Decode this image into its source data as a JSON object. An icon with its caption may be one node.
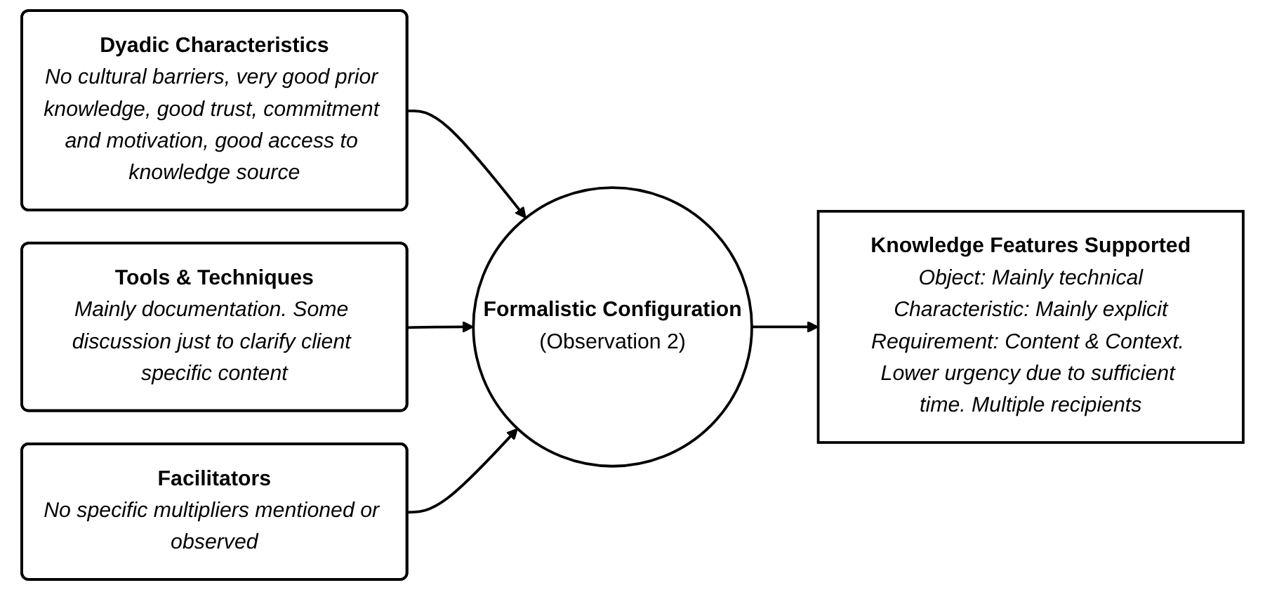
{
  "diagram": {
    "nodes": [
      {
        "text": [
          "Dyadic Characteristics",
          "No cultural barriers, very good prior knowledge, good trust, commitment and motivation, good access to knowledge source"
        ]
      },
      {
        "text": [
          "Tools & Techniques",
          "Mainly documentation. Some discussion just to clarify client specific content"
        ]
      },
      {
        "text": [
          "Facilitators",
          "No specific multipliers mentioned or observed"
        ]
      },
      {
        "text": [
          "Formalistic Configuration",
          "(Observation 2)"
        ]
      },
      {
        "text": [
          "Knowledge Features Supported",
          "Object: Mainly technical",
          "Characteristic: Mainly explicit",
          "Requirement: Content & Context. Lower urgency due to sufficient time. Multiple recipients"
        ]
      }
    ],
    "edges": [
      {
        "from": 0,
        "to": 3,
        "arrow": "to"
      },
      {
        "from": 1,
        "to": 3,
        "arrow": "to"
      },
      {
        "from": 2,
        "to": 3,
        "arrow": "to"
      },
      {
        "from": 3,
        "to": 4,
        "arrow": "to"
      }
    ]
  }
}
